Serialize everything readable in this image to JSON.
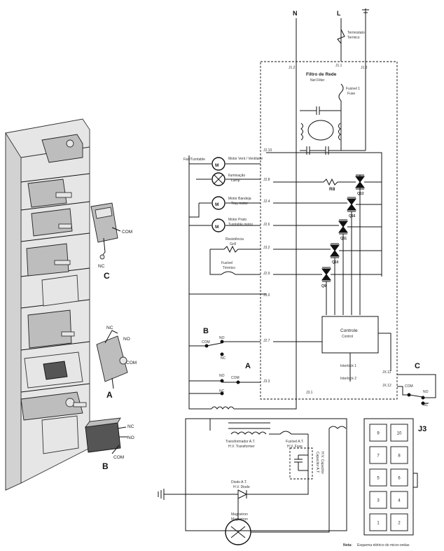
{
  "left_parts": {
    "labels": {
      "c": "C",
      "a": "A",
      "b": "B"
    },
    "switch_c": {
      "com": "COM",
      "nc": "NC"
    },
    "switch_a": {
      "nc": "NC",
      "no": "NO",
      "com": "COM"
    },
    "switch_b": {
      "nc": "NC",
      "no": "NO",
      "com": "COM"
    }
  },
  "schematic": {
    "supply": {
      "n": "N",
      "l": "L"
    },
    "thermostat": {
      "line1": "Termostato",
      "line2": "Termico"
    },
    "filter": {
      "j1_1": "J1.1",
      "j1_2": "J1.2",
      "j1_3": "J1.3",
      "title1": "Filtro de Rede",
      "title2": "Net Filter",
      "fuse1": "Fusivel 1",
      "fuse2": "Fuse"
    },
    "loads": {
      "fan": "Fan/Turntable",
      "motor_vent": "Motor Vent / Ventilator",
      "lamp1": "Iluminação",
      "lamp2": "Lamp",
      "motor_tray1": "Motor Bandeja",
      "motor_tray2": "Tray motor",
      "motor_plate1": "Motor Prato",
      "motor_plate2": "Turntable motor",
      "grill1": "Resistência",
      "grill2": "Grill",
      "thermal1": "Fusível",
      "thermal2": "Térmico"
    },
    "connectors": {
      "j2_10": "J2.10",
      "j2_8": "J2.8",
      "j2_4": "J2.4",
      "j2_6": "J2.6",
      "j3_2": "J3.2",
      "j2_9": "J2.9",
      "j3_0": "J3.0",
      "j2_7": "J2.7",
      "j3_3": "J3.3",
      "j3_1": "J3.1",
      "jx_11": "JX.11",
      "jx_12": "JX.12"
    },
    "components": {
      "r8": "R8",
      "q3": "Q13",
      "q16": "Q16",
      "q11": "Q11",
      "q10": "Q10",
      "q9": "Q9"
    },
    "controller": {
      "title1": "Controle",
      "title2": "Control"
    },
    "switches": {
      "b": "B",
      "b_com": "COM",
      "b_no": "NO",
      "b_nc": "NC",
      "a": "A",
      "a_no": "NO",
      "a_com": "COM",
      "a_nc": "NC",
      "c": "C",
      "c_com": "COM",
      "c_no": "NO",
      "c_nc": "NC",
      "sw1": "Interlock 1",
      "sw2": "Interlock 2"
    },
    "hv": {
      "transformer1": "Transformador A.T.",
      "transformer2": "H.V. Transformer",
      "fuse1": "Fusível A.T.",
      "fuse2": "H.V. Fuse",
      "cap1": "Capacitor A.T.",
      "cap2": "H.V. Capacitor",
      "diode1": "Diodo A.T.",
      "diode2": "H.V. Diode",
      "mag1": "Magnetron",
      "mag2": "Magnetron"
    }
  },
  "j3_connector": {
    "label": "J3",
    "pins": [
      "9",
      "10",
      "7",
      "8",
      "5",
      "6",
      "3",
      "4",
      "1",
      "2"
    ]
  },
  "footnote": {
    "prefix": "Nota:",
    "text": "Esquema elétrico do micro-ondas"
  }
}
